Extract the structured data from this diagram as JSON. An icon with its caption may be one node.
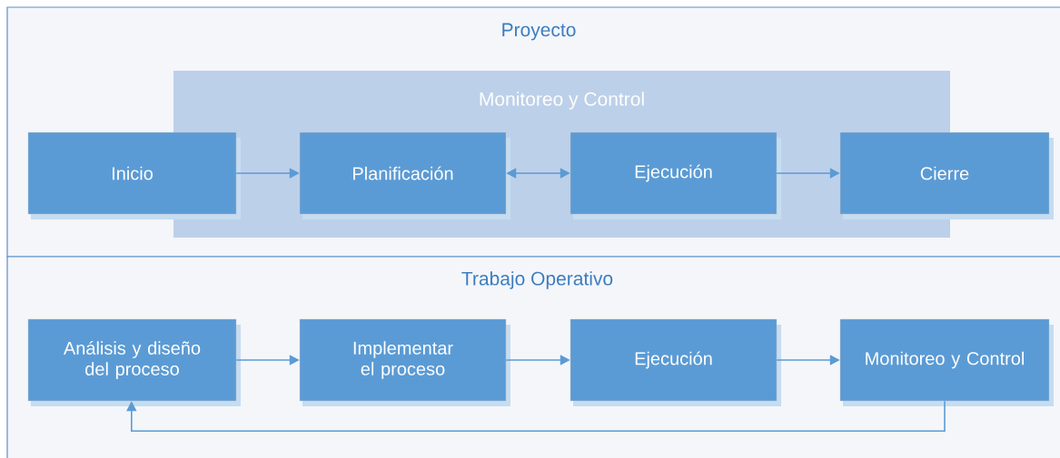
{
  "diagram": {
    "nodes": [
      {
        "text": [
          "Proyecto"
        ]
      },
      {
        "text": [
          "Monitoreo y Control"
        ],
        "in": 0
      },
      {
        "text": [
          "Inicio"
        ],
        "in": 0
      },
      {
        "text": [
          "Planificación"
        ],
        "in": 1
      },
      {
        "text": [
          "Ejecución"
        ],
        "in": 1
      },
      {
        "text": [
          "Cierre"
        ],
        "in": 0
      },
      {
        "text": [
          "Trabajo Operativo"
        ]
      },
      {
        "text": [
          "Análisis y diseño del proceso"
        ],
        "in": 6
      },
      {
        "text": [
          "Implementar el proceso"
        ],
        "in": 6
      },
      {
        "text": [
          "Ejecución"
        ],
        "in": 6
      },
      {
        "text": [
          "Monitoreo y Control"
        ],
        "in": 6
      }
    ],
    "edges": [
      {
        "from": 2,
        "to": 3,
        "arrow": "to"
      },
      {
        "from": 3,
        "to": 4,
        "arrow": "both"
      },
      {
        "from": 4,
        "to": 5,
        "arrow": "to"
      },
      {
        "from": 7,
        "to": 8,
        "arrow": "to"
      },
      {
        "from": 8,
        "to": 9,
        "arrow": "to"
      },
      {
        "from": 9,
        "to": 10,
        "arrow": "to"
      },
      {
        "from": 10,
        "to": 7,
        "arrow": "to"
      }
    ]
  }
}
